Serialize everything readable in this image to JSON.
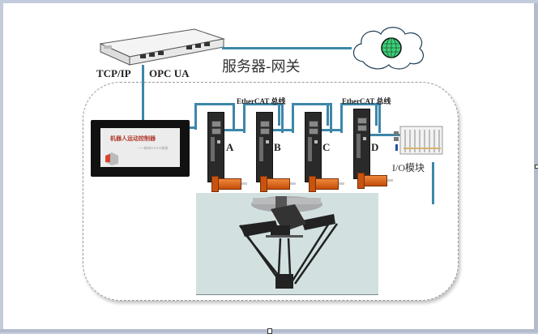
{
  "labels": {
    "tcp_ip": "TCP/IP",
    "opc_ua": "OPC UA",
    "server_gateway": "服务器-网关",
    "ethercat_bus_1": "EtherCAT 总线",
    "ethercat_bus_2": "EtherCAT 总线",
    "io_module": "I/O模块"
  },
  "controller_screen": {
    "title": "机器人运动控制器",
    "subtitle": "——杭州××××科技"
  },
  "drives": [
    {
      "letter": "A"
    },
    {
      "letter": "B"
    },
    {
      "letter": "C"
    },
    {
      "letter": "D"
    }
  ],
  "colors": {
    "wire": "#3d87a9",
    "motor": "#e06a1f",
    "globe": "#3fcf7a",
    "photo_bg": "#d2e0e0"
  },
  "icons": {
    "switch": "network-switch-icon",
    "cloud": "cloud-icon",
    "globe": "globe-icon"
  }
}
